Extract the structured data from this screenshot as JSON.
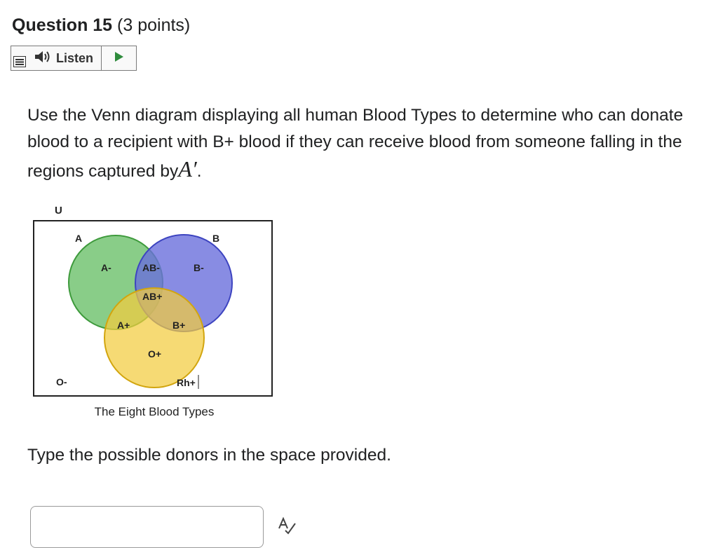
{
  "question": {
    "number_label": "Question 15",
    "points_label": "(3 points)"
  },
  "listen": {
    "label": "Listen"
  },
  "prompt": {
    "text_before": "Use the Venn diagram displaying all human Blood Types to determine who can donate blood to a recipient with B+ blood if they can receive blood from someone falling in the regions captured by",
    "math_symbol": "A′",
    "text_after": "."
  },
  "venn": {
    "universe_label": "U",
    "set_a_label": "A",
    "set_b_label": "B",
    "regions": {
      "a_neg": "A-",
      "ab_neg": "AB-",
      "b_neg": "B-",
      "ab_pos": "AB+",
      "a_pos": "A+",
      "b_pos": "B+",
      "o_pos": "O+",
      "o_neg": "O-",
      "rh_label": "Rh+"
    },
    "caption": "The Eight Blood Types",
    "colors": {
      "set_a": "#6cc06a",
      "set_b": "#6a6fdc",
      "rh": "#f2cc3f"
    }
  },
  "instruction": "Type the possible donors in the space provided.",
  "answer": {
    "value": ""
  },
  "icons": {
    "menu": "menu-icon",
    "speaker": "speaker-icon",
    "play": "play-icon",
    "spellcheck": "spellcheck-icon"
  }
}
